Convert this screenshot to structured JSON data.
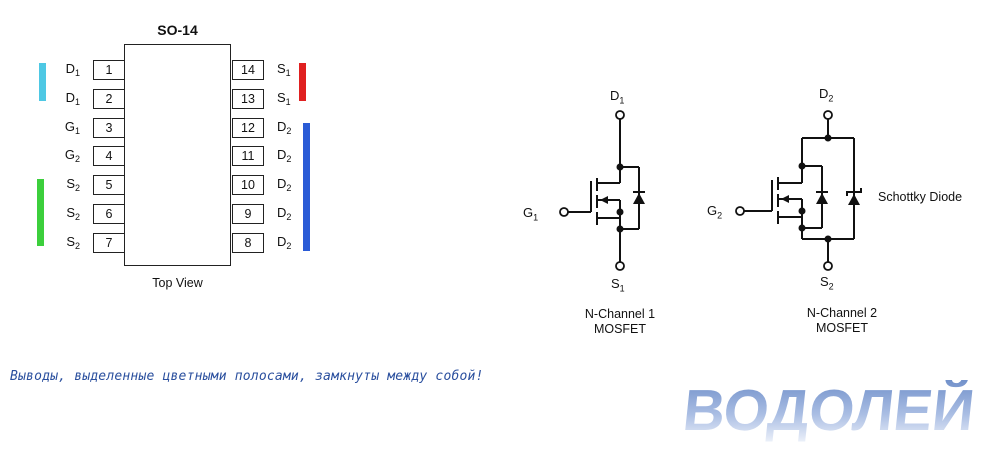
{
  "package": {
    "title": "SO-14",
    "view_label": "Top View",
    "left_pins": [
      {
        "num": "1",
        "name": "D",
        "sub": "1"
      },
      {
        "num": "2",
        "name": "D",
        "sub": "1"
      },
      {
        "num": "3",
        "name": "G",
        "sub": "1"
      },
      {
        "num": "4",
        "name": "G",
        "sub": "2"
      },
      {
        "num": "5",
        "name": "S",
        "sub": "2"
      },
      {
        "num": "6",
        "name": "S",
        "sub": "2"
      },
      {
        "num": "7",
        "name": "S",
        "sub": "2"
      }
    ],
    "right_pins": [
      {
        "num": "14",
        "name": "S",
        "sub": "1"
      },
      {
        "num": "13",
        "name": "S",
        "sub": "1"
      },
      {
        "num": "12",
        "name": "D",
        "sub": "2"
      },
      {
        "num": "11",
        "name": "D",
        "sub": "2"
      },
      {
        "num": "10",
        "name": "D",
        "sub": "2"
      },
      {
        "num": "9",
        "name": "D",
        "sub": "2"
      },
      {
        "num": "8",
        "name": "D",
        "sub": "2"
      }
    ],
    "bar_colors": {
      "d1": "#4ec8e4",
      "s1": "#e02020",
      "d2": "#2a5bd6",
      "s2": "#3ccf3c"
    }
  },
  "mosfet1": {
    "drain": "D",
    "drain_sub": "1",
    "gate": "G",
    "gate_sub": "1",
    "source": "S",
    "source_sub": "1",
    "caption_line1": "N-Channel 1",
    "caption_line2": "MOSFET"
  },
  "mosfet2": {
    "drain": "D",
    "drain_sub": "2",
    "gate": "G",
    "gate_sub": "2",
    "source": "S",
    "source_sub": "2",
    "caption_line1": "N-Channel 2",
    "caption_line2": "MOSFET",
    "diode_label": "Schottky Diode"
  },
  "note": "Выводы, выделенные цветными полосами, замкнуты между собой!",
  "watermark": "ВОДОЛЕЙ"
}
